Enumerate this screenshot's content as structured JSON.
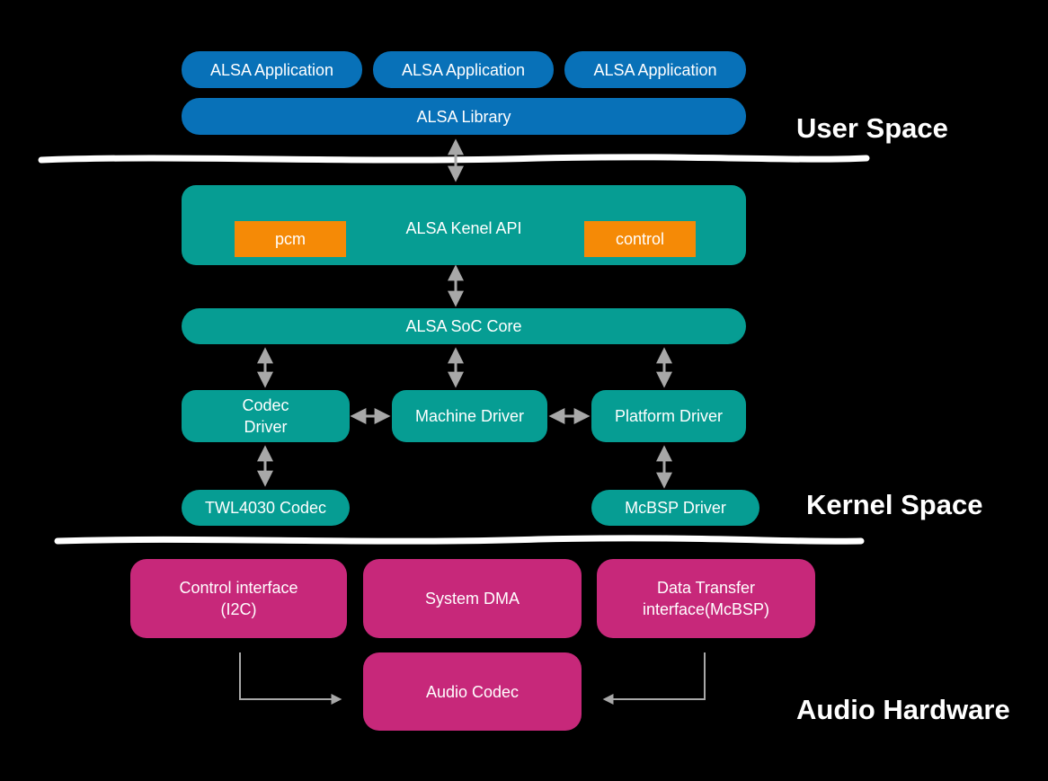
{
  "colors": {
    "background": "#000000",
    "user_space": "#0871b8",
    "kernel": "#069d93",
    "highlight": "#f58a06",
    "hardware": "#c7287a",
    "arrow": "#a8a8a8"
  },
  "user": {
    "apps": [
      "ALSA Application",
      "ALSA Application",
      "ALSA Application"
    ],
    "library": "ALSA Library"
  },
  "kernel": {
    "api": "ALSA Kenel API",
    "pcm": "pcm",
    "control": "control",
    "soc_core": "ALSA SoC Core",
    "codec_driver": [
      "Codec",
      "Driver"
    ],
    "machine_driver": "Machine Driver",
    "platform_driver": "Platform Driver",
    "twl4030": "TWL4030 Codec",
    "mcbsp": "McBSP Driver"
  },
  "hardware": {
    "control_interface": [
      "Control interface",
      "(I2C)"
    ],
    "system_dma": "System DMA",
    "data_transfer": [
      "Data Transfer",
      "interface(McBSP)"
    ],
    "audio_codec": "Audio Codec"
  },
  "regions": {
    "user_space": "User Space",
    "kernel_space": "Kernel Space",
    "audio_hardware": "Audio Hardware"
  }
}
